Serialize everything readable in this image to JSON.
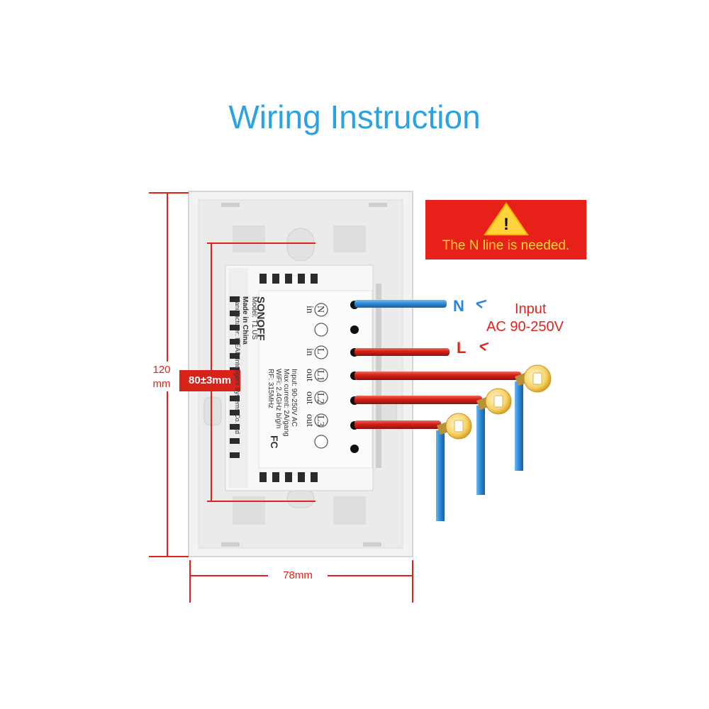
{
  "title": "Wiring Instruction",
  "warning": {
    "symbol": "!",
    "text": "The N line is needed.",
    "bg_color": "#e8201a",
    "icon": "warning-triangle-icon"
  },
  "input": {
    "label": "Input",
    "voltage": "AC 90-250V",
    "neutral": "N",
    "live": "L"
  },
  "dimensions": {
    "height": "120\nmm",
    "module_height": "80±3mm",
    "width": "78mm"
  },
  "device": {
    "brand": "SONOFF",
    "model": "Model: T1 US",
    "origin": "Made in China",
    "manufacturer": "Manufacturer: ITEAD Intelligent Systems Co.,Ltd",
    "specs": [
      "Input: 90-250V AC",
      "Max current: 2A/gang",
      "WiFi: 2.4GHz b/g/n",
      "RF: 315MHz"
    ],
    "cert": "FC",
    "terminals": [
      {
        "symbol": "N",
        "role": "in"
      },
      {
        "symbol": "L",
        "role": "in"
      },
      {
        "symbol": "L1",
        "role": "out"
      },
      {
        "symbol": "L2",
        "role": "out"
      },
      {
        "symbol": "L3",
        "role": "out"
      }
    ]
  },
  "colors": {
    "title": "#2aa3e0",
    "neutral_wire": "#2a86d6",
    "live_wire": "#e2231a",
    "dimension": "#e2231a"
  }
}
